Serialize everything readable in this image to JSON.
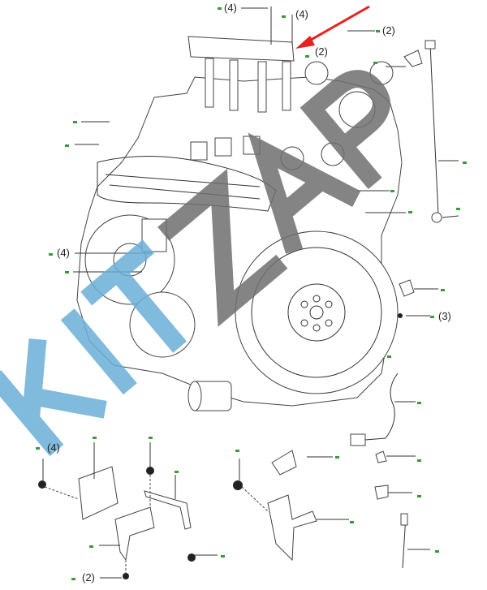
{
  "diagram": {
    "title_visible": false,
    "quantity_labels": [
      "(4)",
      "(4)",
      "(2)",
      "(2)",
      "(4)",
      "(3)",
      "(4)",
      "(2)"
    ],
    "watermark": {
      "text_blue": "KIT",
      "text_gray": "ZAP",
      "blue": "#6aaed6",
      "gray": "#6e6e6e"
    },
    "callout_arrow_color": "#e8231f",
    "callout_dot_color": "#3a9a3a"
  }
}
